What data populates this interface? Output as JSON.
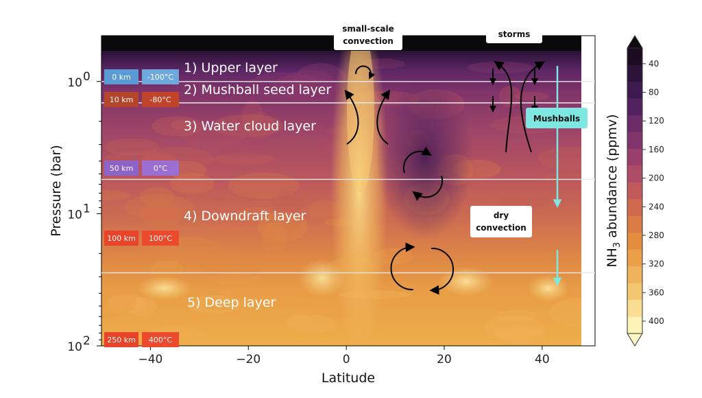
{
  "chart_data": {
    "type": "heatmap",
    "xlabel": "Latitude",
    "ylabel": "Pressure (bar)",
    "xlim": [
      -50,
      48
    ],
    "ylim": [
      0.45,
      100
    ],
    "y_scale": "log",
    "y_inverted": true,
    "x_ticks": [
      "−40",
      "−20",
      "0",
      "20",
      "40"
    ],
    "x_tick_values": [
      -40,
      -20,
      0,
      20,
      40
    ],
    "y_ticks": [
      {
        "value": 1,
        "base": "10",
        "exp": "0"
      },
      {
        "value": 10,
        "base": "10",
        "exp": "1"
      },
      {
        "value": 100,
        "base": "10",
        "exp": "2"
      }
    ],
    "colorbar": {
      "label_prefix": "NH",
      "label_sub": "3",
      "label_suffix": " abundance (ppmv)",
      "ticks": [
        "40",
        "80",
        "120",
        "160",
        "200",
        "240",
        "280",
        "320",
        "360",
        "400"
      ],
      "colors": [
        "#1b0c22",
        "#2d1239",
        "#3d1a4e",
        "#52225e",
        "#6a2b66",
        "#81346b",
        "#98406b",
        "#ad4c66",
        "#c05a5c",
        "#cf6a4f",
        "#da7c45",
        "#e28d40",
        "#e89f47",
        "#eeb25a",
        "#f3c671",
        "#f8dd92",
        "#fdf3b8"
      ]
    },
    "layer_boundaries_bar": [
      1.0,
      1.45,
      5.5,
      28
    ],
    "layers": [
      {
        "label": "1) Upper layer"
      },
      {
        "label": "2) Mushball seed layer"
      },
      {
        "label": "3) Water cloud layer"
      },
      {
        "label": "4) Downdraft layer"
      },
      {
        "label": "5) Deep layer"
      }
    ],
    "altitude_tags": [
      {
        "height": "0 km",
        "temperature": "-100°C",
        "color1": "#5b9bd5",
        "color2": "#6fa8dc"
      },
      {
        "height": "10 km",
        "temperature": "-80°C",
        "color1": "#b5452a",
        "color2": "#c0432a"
      },
      {
        "height": "50 km",
        "temperature": "0°C",
        "color1": "#8e63c7",
        "color2": "#9b6fd1"
      },
      {
        "height": "100 km",
        "temperature": "100°C",
        "color1": "#e8442a",
        "color2": "#ec4a2c"
      },
      {
        "height": "250 km",
        "temperature": "400°C",
        "color1": "#e8442a",
        "color2": "#ec4a2c"
      }
    ],
    "annotations": {
      "small_scale_convection": [
        "small-scale",
        "convection"
      ],
      "storms": "storms",
      "mushballs": "Mushballs",
      "dry_convection": [
        "dry",
        "convection"
      ]
    }
  }
}
